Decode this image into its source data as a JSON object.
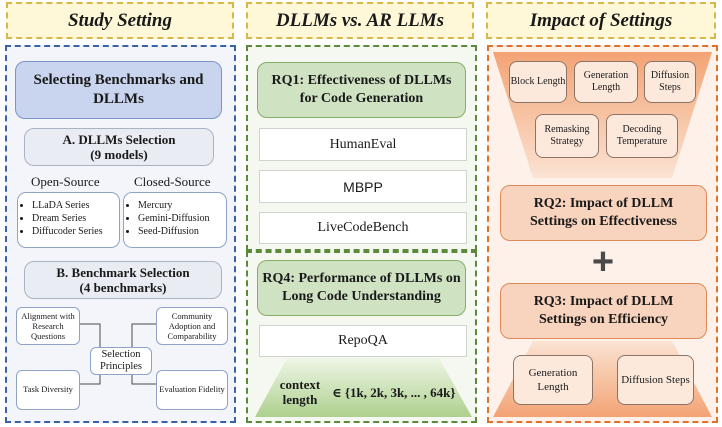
{
  "headers": {
    "study_setting": "Study Setting",
    "dllms_vs_ar": "DLLMs vs. AR LLMs",
    "impact_of_settings": "Impact of Settings"
  },
  "left": {
    "selecting_title": "Selecting Benchmarks and DLLMs",
    "dllm_selection_line1": "A.   DLLMs Selection",
    "dllm_selection_line2": "(9 models)",
    "open_source_label": "Open-Source",
    "closed_source_label": "Closed-Source",
    "open_source_items": [
      "LLaDA Series",
      "Dream Series",
      "Diffucoder Series"
    ],
    "closed_source_items": [
      "Mercury",
      "Gemini-Diffusion",
      "Seed-Diffusion"
    ],
    "benchmark_selection_line1": "B. Benchmark Selection",
    "benchmark_selection_line2": "(4 benchmarks)",
    "principles_center": "Selection Principles",
    "principles": {
      "top_left": "Alignment with Research Questions",
      "top_right": "Community Adoption and Comparability",
      "bottom_left": "Task Diversity",
      "bottom_right": "Evaluation Fidelity"
    }
  },
  "middle": {
    "rq1_title": "RQ1: Effectiveness of DLLMs for Code Generation",
    "rq1_benchmarks": [
      "HumanEval",
      "MBPP",
      "LiveCodeBench"
    ],
    "rq4_title": "RQ4: Performance of DLLMs on Long Code Understanding",
    "rq4_benchmark": "RepoQA",
    "context_label": "context length",
    "context_set": "∈ {1k, 2k, 3k, ... , 64k}"
  },
  "right": {
    "settings_top": [
      "Block Length",
      "Generation Length",
      "Diffusion Steps"
    ],
    "settings_mid": [
      "Remasking Strategy",
      "Decoding Temperature"
    ],
    "rq2_title": "RQ2: Impact of DLLM Settings on Effectiveness",
    "plus_symbol": "+",
    "rq3_title": "RQ3: Impact of DLLM Settings on Efficiency",
    "rq3_settings": [
      "Generation Length",
      "Diffusion Steps"
    ]
  },
  "colors": {
    "blue_border": "#3a62a8",
    "green_border": "#5b8a3a",
    "orange_border": "#e0712a",
    "header_border": "#d9b84a"
  }
}
